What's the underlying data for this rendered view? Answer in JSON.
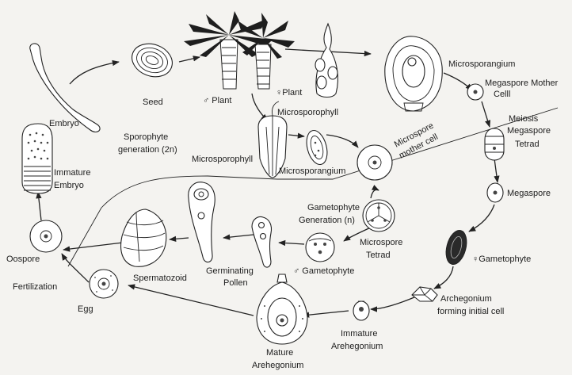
{
  "labels": {
    "seed": "Seed",
    "embryo": "Embryo",
    "immature_embryo_1": "Immature",
    "immature_embryo_2": "Embryo",
    "male_plant": "♂ Plant",
    "female_plant": "♀Plant",
    "microsporophyll_top": "Microsporophyll",
    "microsporangium_top": "Microsporangium",
    "megaspore_mother_cell_1": "Megaspore Mother",
    "megaspore_mother_cell_2": "Celll",
    "meiosis": "Meiosis",
    "megaspore_tetrad_1": "Megaspore",
    "megaspore_tetrad_2": "Tetrad",
    "sporophyte_gen_1": "Sporophyte",
    "sporophyte_gen_2": "generation (2n)",
    "microsporophyll_left": "Microsporophyll",
    "microsporangium_mid": "Microsporangium",
    "microspore_mother_cell_1": "Microspore",
    "microspore_mother_cell_2": "mother cell",
    "megaspore": "Megaspore",
    "gametophyte_gen_1": "Gametophyte",
    "gametophyte_gen_2": "Generation (n)",
    "microspore_tetrad_1": "Microspore",
    "microspore_tetrad_2": "Tetrad",
    "male_gametophyte": "♂ Gametophyte",
    "female_gametophyte": "♀Gametophyte",
    "oospore": "Oospore",
    "spermatozoid": "Spermatozoid",
    "germinating_pollen_1": "Germinating",
    "germinating_pollen_2": "Pollen",
    "fertilization": "Fertilization",
    "egg": "Egg",
    "archegonium_initial_1": "Archegonium",
    "archegonium_initial_2": "forming initial cell",
    "immature_archegonium_1": "Immature",
    "immature_archegonium_2": "Arehegonium",
    "mature_archegonium_1": "Mature",
    "mature_archegonium_2": "Arehegonium"
  }
}
